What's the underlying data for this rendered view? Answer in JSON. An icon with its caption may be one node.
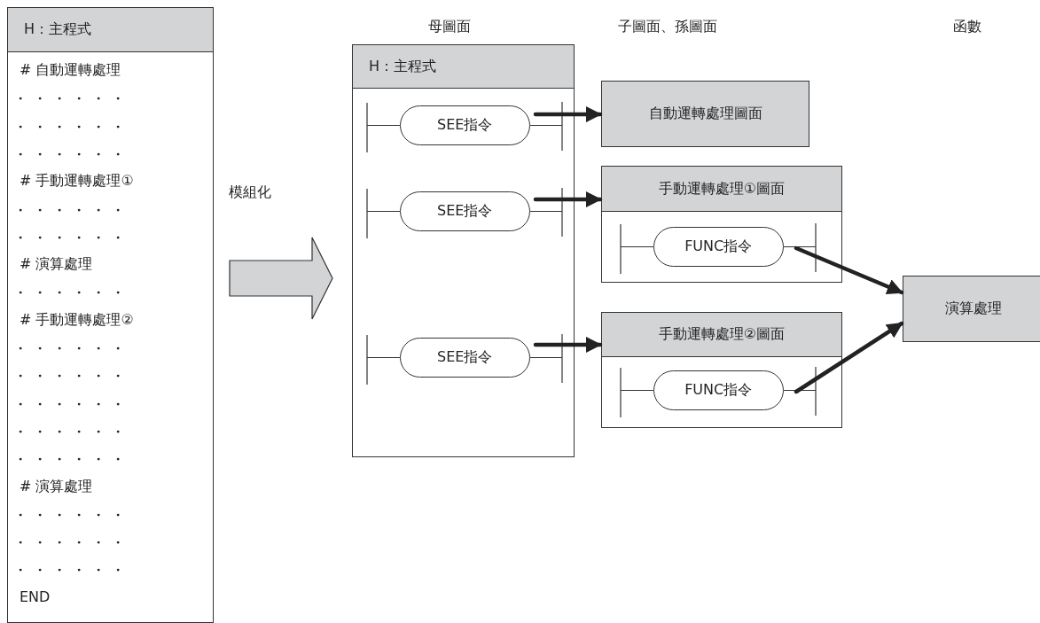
{
  "diagram": {
    "nodes": [
      {
        "text": [
          "H：主程式",
          "# 自動運轉處理",
          "・・・・・・",
          "・・・・・・",
          "・・・・・・",
          "# 手動運轉處理①",
          "・・・・・・",
          "・・・・・・",
          "# 演算處理",
          "・・・・・・",
          "# 手動運轉處理②",
          "・・・・・・",
          "・・・・・・",
          "・・・・・・",
          "・・・・・・",
          "・・・・・・",
          "# 演算處理",
          "・・・・・・",
          "・・・・・・",
          "・・・・・・",
          "END"
        ]
      },
      {
        "text": [
          "H：主程式"
        ]
      },
      {
        "text": [
          "SEE指令"
        ],
        "in": 1
      },
      {
        "text": [
          "SEE指令"
        ],
        "in": 1
      },
      {
        "text": [
          "SEE指令"
        ],
        "in": 1
      },
      {
        "text": [
          "自動運轉處理圖面"
        ]
      },
      {
        "text": [
          "手動運轉處理①圖面"
        ]
      },
      {
        "text": [
          "FUNC指令"
        ],
        "in": 6
      },
      {
        "text": [
          "手動運轉處理②圖面"
        ]
      },
      {
        "text": [
          "FUNC指令"
        ],
        "in": 8
      },
      {
        "text": [
          "演算處理"
        ]
      }
    ],
    "edges": [
      {
        "from": 0,
        "to": 1,
        "arrow": "to",
        "style": "thick"
      },
      {
        "from": 2,
        "to": 5,
        "arrow": "to"
      },
      {
        "from": 3,
        "to": 6,
        "arrow": "to"
      },
      {
        "from": 4,
        "to": 8,
        "arrow": "to"
      },
      {
        "from": 7,
        "to": 10,
        "arrow": "to"
      },
      {
        "from": 9,
        "to": 10,
        "arrow": "to"
      }
    ],
    "labels": [
      "母圖面",
      "子圖面、孫圖面",
      "模組化",
      "函數"
    ]
  }
}
